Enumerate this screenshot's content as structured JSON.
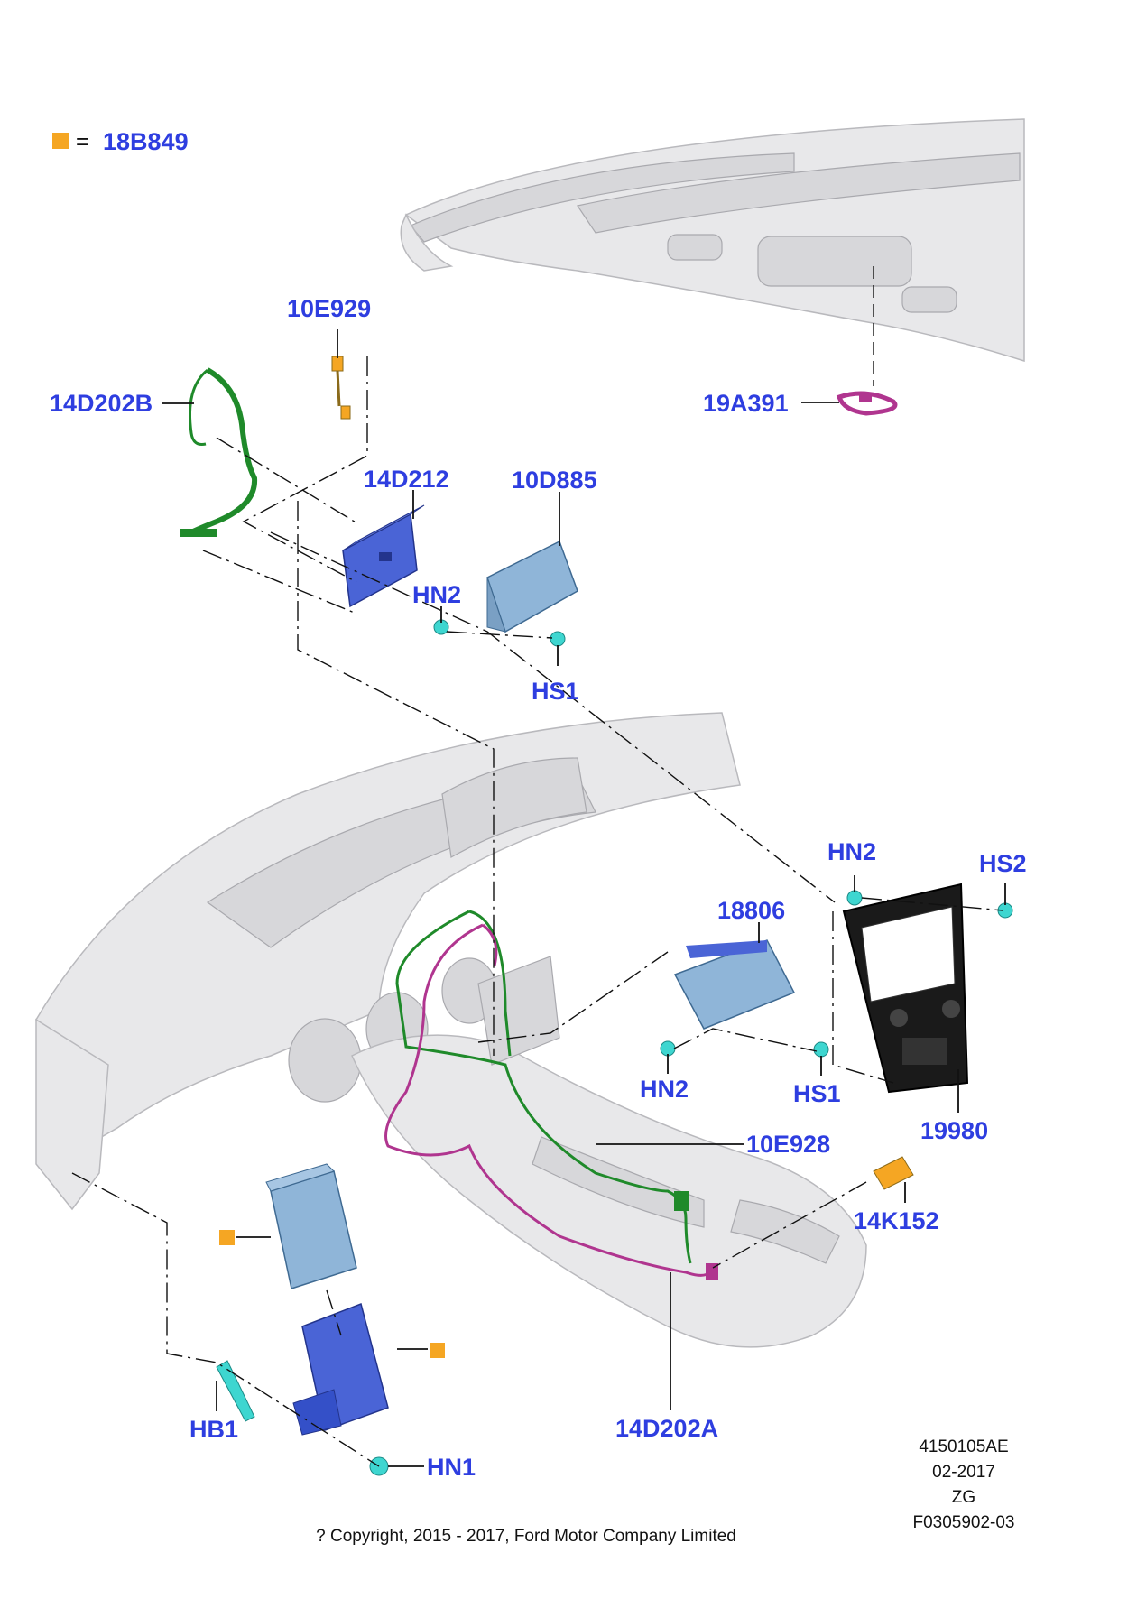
{
  "legend": {
    "equals": "=",
    "code": "18B849",
    "marker_color": "#f5a623"
  },
  "callouts": {
    "c_14D202B": "14D202B",
    "c_10E929": "10E929",
    "c_14D212": "14D212",
    "c_10D885": "10D885",
    "c_HN2_top": "HN2",
    "c_HS1_top": "HS1",
    "c_19A391": "19A391",
    "c_HN2_right": "HN2",
    "c_HS2": "HS2",
    "c_18806": "18806",
    "c_HN2_mid": "HN2",
    "c_HS1_mid": "HS1",
    "c_19980": "19980",
    "c_10E928": "10E928",
    "c_14K152": "14K152",
    "c_14D202A": "14D202A",
    "c_HB1": "HB1",
    "c_HN1": "HN1"
  },
  "meta": {
    "ref": "4150105AE",
    "date": "02-2017",
    "code": "ZG",
    "figure": "F0305902-03"
  },
  "copyright": "? Copyright, 2015 - 2017, Ford Motor Company Limited",
  "colors": {
    "label_blue": "#2e3ee0",
    "module_blue": "#4a64d6",
    "light_blue": "#8fb5d8",
    "harness_green": "#1f8a2a",
    "harness_magenta": "#b0358f",
    "fastener_cyan": "#3ed6d0",
    "connector_orange": "#f5a623"
  }
}
